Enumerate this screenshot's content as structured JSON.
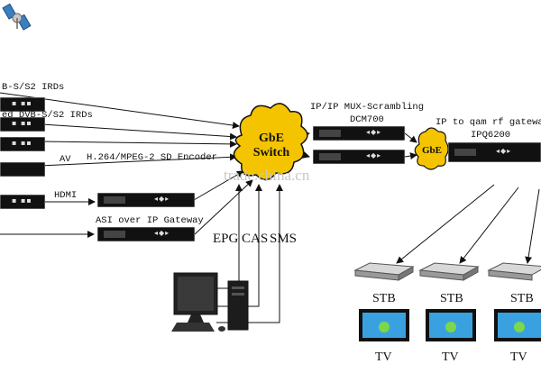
{
  "labels": {
    "irds_1": "B-S/S2 IRDs",
    "irds_2": "ed DVB-S/S2 IRDs",
    "av": "AV",
    "encoder": "H.264/MPEG-2 SD Encoder",
    "hdmi": "HDMI",
    "gateway": "ASI over IP Gateway",
    "gbe_switch": "GbE\nSwitch",
    "gbe_small": "GbE",
    "mux": "IP/IP MUX-Scrambling",
    "dcm": "DCM700",
    "qam": "IP to qam rf gateway",
    "ipq": "IPQ6200",
    "epg": "EPG",
    "cas": "CAS",
    "sms": "SMS",
    "stb": [
      "STB",
      "STB",
      "STB"
    ],
    "tv": [
      "TV",
      "TV",
      "TV"
    ],
    "watermark": "trade.china.cn"
  },
  "colors": {
    "cloud": "#f4c400",
    "cloud_stroke": "#111111",
    "device": "#111111",
    "screen": "#3aa1e0",
    "frog": "#7bd848"
  },
  "icons": {
    "satellite": "satellite-icon",
    "computer": "computer-icon",
    "stb": "set-top-box-icon",
    "tv": "tv-icon"
  }
}
